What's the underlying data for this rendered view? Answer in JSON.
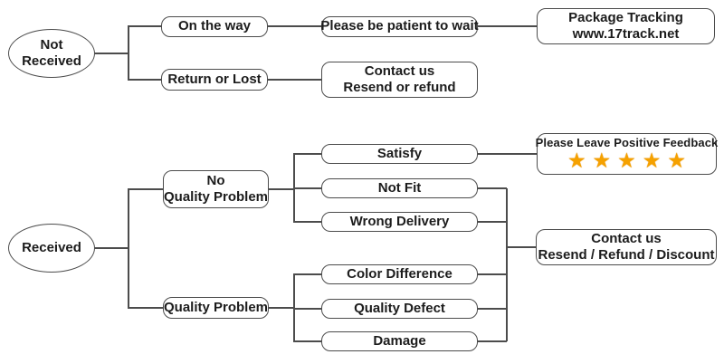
{
  "colors": {
    "background": "#ffffff",
    "line": "#4c4c4c",
    "box_border": "#4c4c4c",
    "text": "#1c1c1c",
    "star": "#F5A100"
  },
  "not_received_flow": {
    "root_label": "Not Received",
    "root_line1": "Not",
    "root_line2": "Received",
    "on_the_way": "On the way",
    "be_patient": "Please be patient to wait",
    "package_tracking_line1": "Package Tracking",
    "package_tracking_line2": "www.17track.net",
    "return_or_lost": "Return or Lost",
    "contact_line1": "Contact us",
    "contact_line2": "Resend or refund"
  },
  "received_flow": {
    "root_label": "Received",
    "no_quality_problem_line1": "No",
    "no_quality_problem_line2": "Quality Problem",
    "quality_problem": "Quality Problem",
    "satisfy": "Satisfy",
    "not_fit": "Not Fit",
    "wrong_delivery": "Wrong Delivery",
    "color_difference": "Color Difference",
    "quality_defect": "Quality Defect",
    "damage": "Damage",
    "feedback_label": "Please Leave Positive Feedback",
    "feedback_stars": "★★★★★",
    "star_count": 5,
    "contact_line1": "Contact us",
    "contact_line2": "Resend / Refund / Discount"
  }
}
